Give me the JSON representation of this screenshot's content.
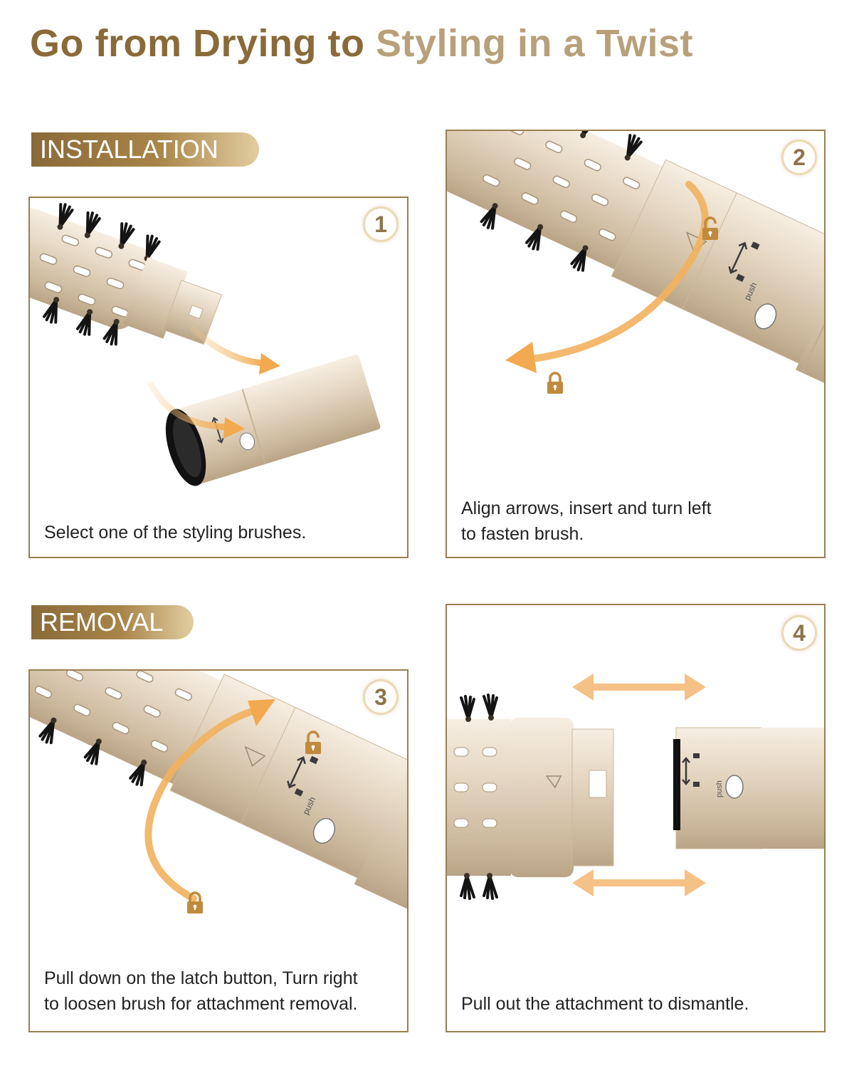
{
  "heading": {
    "part1": "Go from Drying to",
    "part2": "Styling in a Twist"
  },
  "sections": {
    "installation": "INSTALLATION",
    "removal": "REMOVAL"
  },
  "steps": [
    {
      "number": "1",
      "caption": "Select one of the styling brushes."
    },
    {
      "number": "2",
      "caption_line1": "Align arrows, insert and turn left",
      "caption_line2": "to fasten brush."
    },
    {
      "number": "3",
      "caption_line1": "Pull down on the latch button, Turn right",
      "caption_line2": "to loosen brush for attachment removal."
    },
    {
      "number": "4",
      "caption": "Pull out the attachment to dismantle."
    }
  ],
  "labels": {
    "push": "push"
  },
  "colors": {
    "brand_dark": "#8a6a38",
    "brand_light": "#b8a07a",
    "arrow_orange": "#f2b15e",
    "lock_brown": "#c08a3e",
    "border": "#9b7e52"
  },
  "icons": [
    "lock-open-icon",
    "lock-closed-icon",
    "curved-arrow-icon",
    "double-arrow-icon"
  ]
}
